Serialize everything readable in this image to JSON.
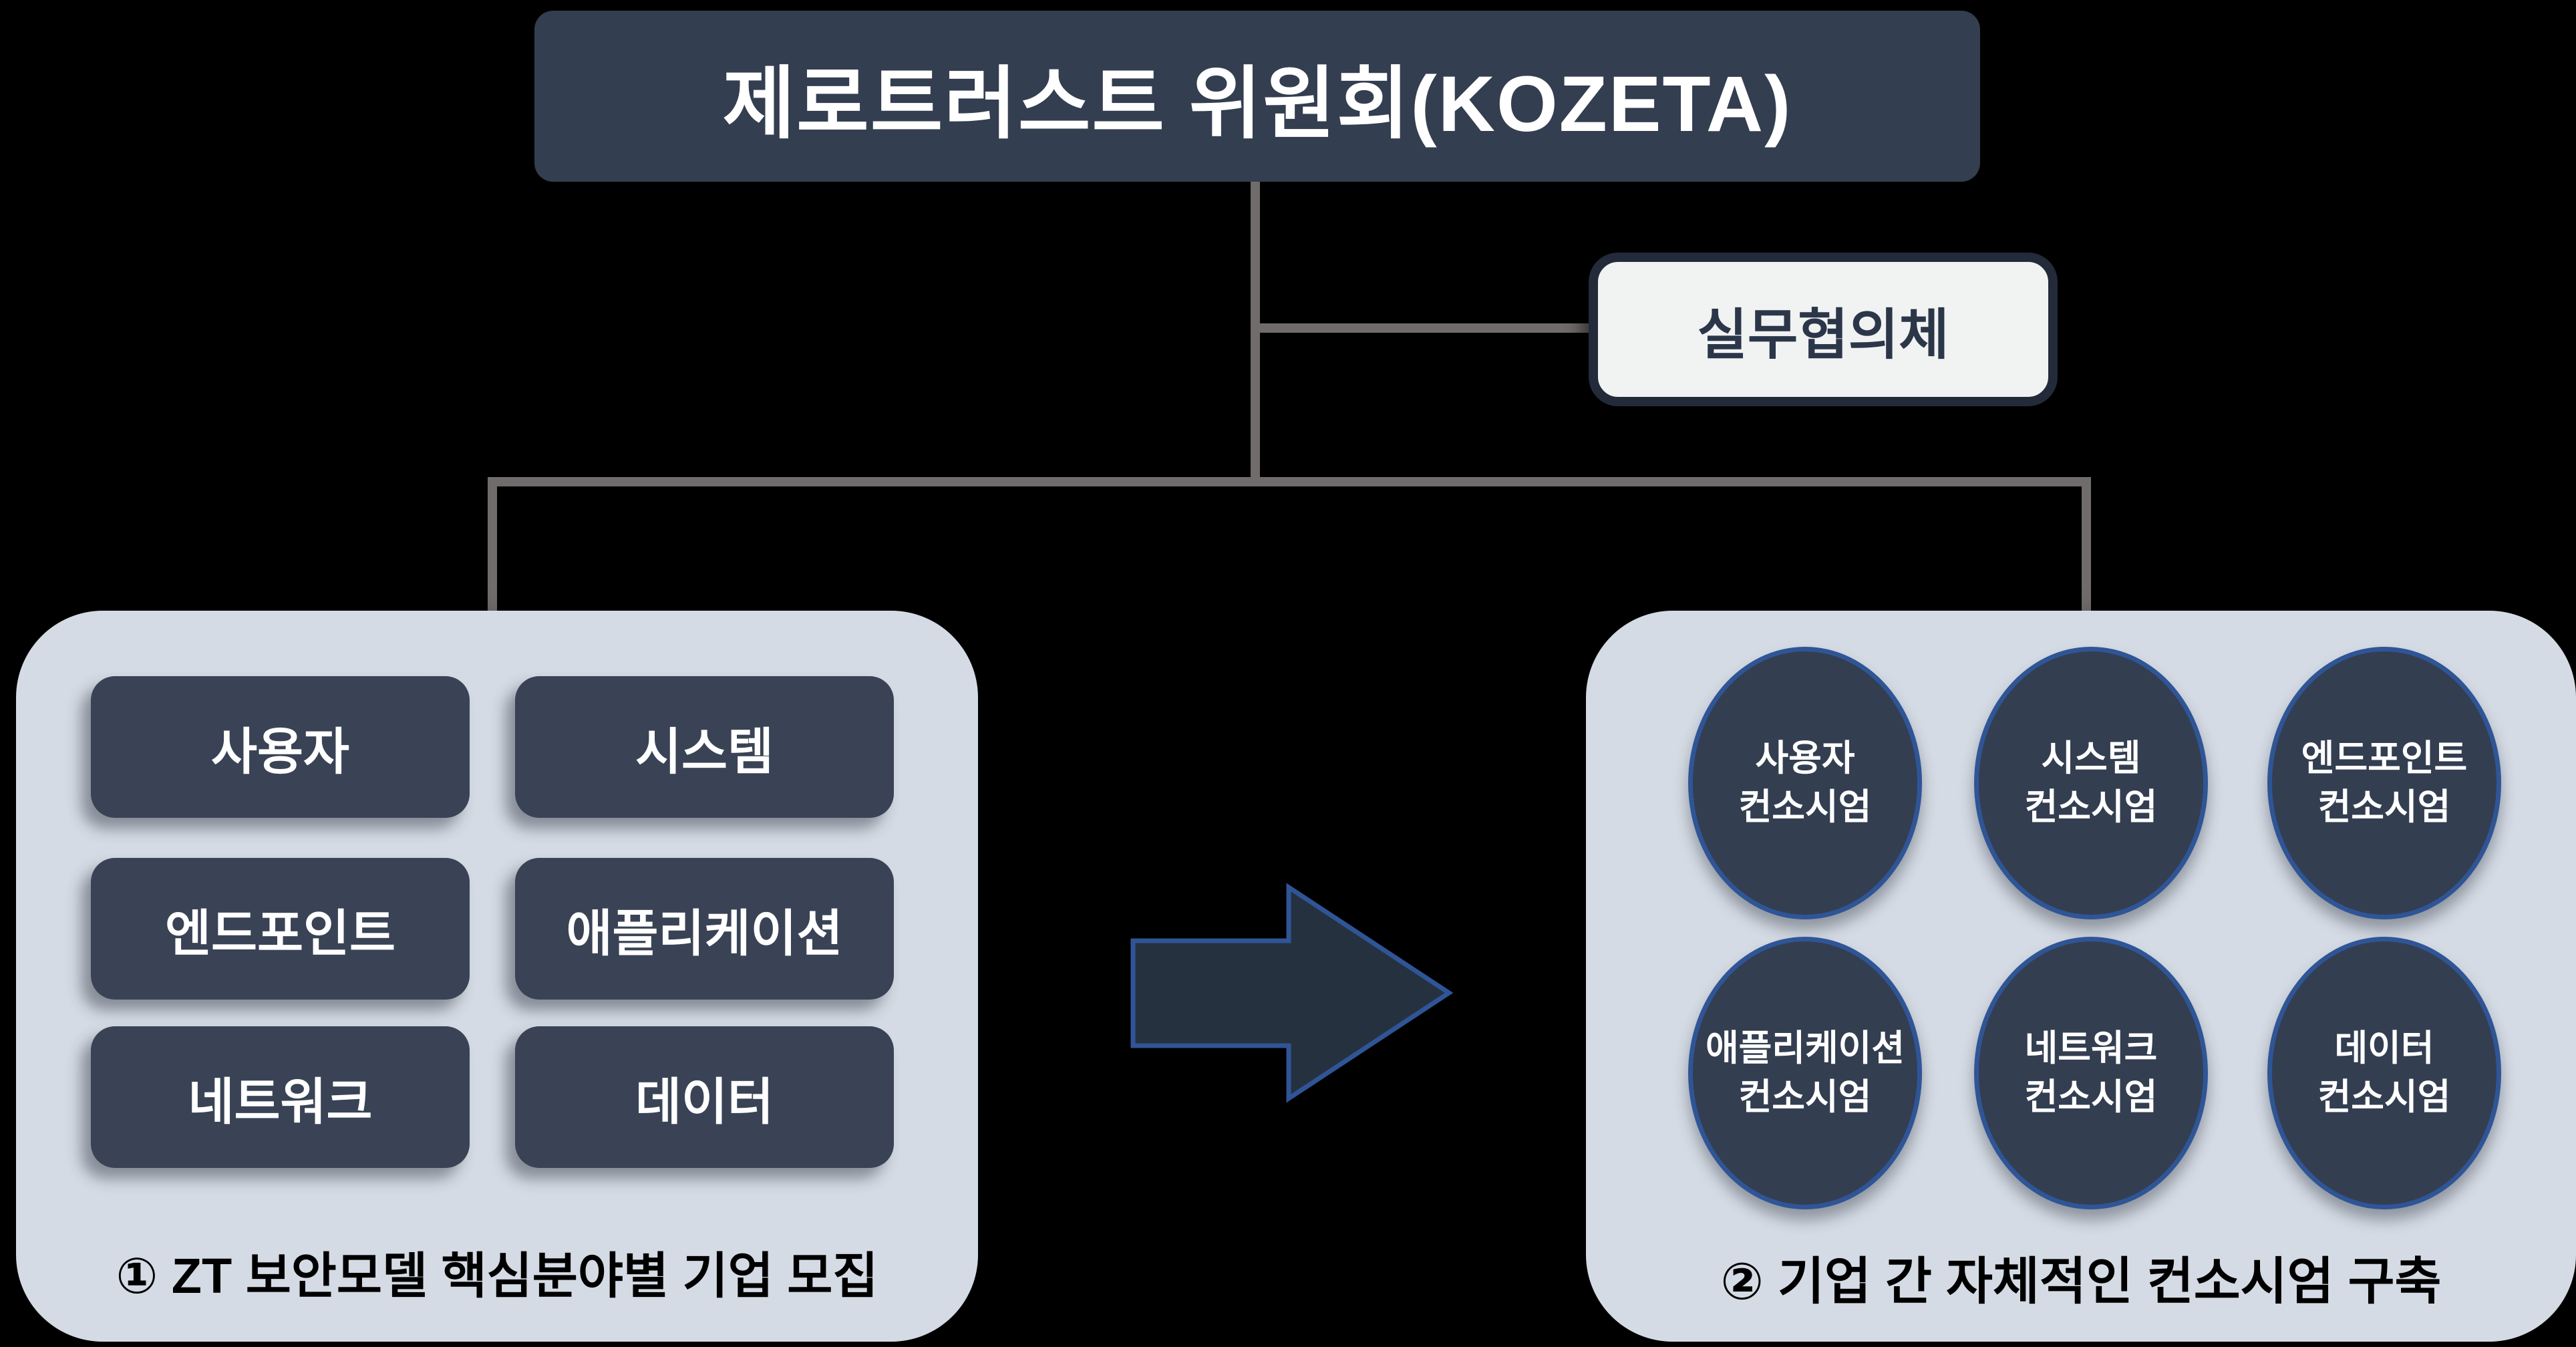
{
  "diagram": {
    "title": "제로트러스트 위원회(KOZETA)",
    "working_group": {
      "label": "실무협의체"
    },
    "left_panel": {
      "caption": "① ZT 보안모델 핵심분야별 기업 모집",
      "items": [
        {
          "label": "사용자"
        },
        {
          "label": "시스템"
        },
        {
          "label": "엔드포인트"
        },
        {
          "label": "애플리케이션"
        },
        {
          "label": "네트워크"
        },
        {
          "label": "데이터"
        }
      ]
    },
    "right_panel": {
      "caption": "② 기업 간 자체적인 컨소시엄 구축",
      "items": [
        {
          "line1": "사용자",
          "line2": "컨소시엄"
        },
        {
          "line1": "시스템",
          "line2": "컨소시엄"
        },
        {
          "line1": "엔드포인트",
          "line2": "컨소시엄"
        },
        {
          "line1": "애플리케이션",
          "line2": "컨소시엄"
        },
        {
          "line1": "네트워크",
          "line2": "컨소시엄"
        },
        {
          "line1": "데이터",
          "line2": "컨소시엄"
        }
      ]
    },
    "colors": {
      "background": "#000000",
      "committee_box": "#333E50",
      "button_fill": "#394355",
      "ellipse_fill": "#333E51",
      "ellipse_border": "#2F5596",
      "panel_fill": "#D5DBE4",
      "connector_gray": "#716C6C",
      "working_group_fill": "#F1F2F2",
      "working_group_border": "#232B3A",
      "arrow_fill": "#263140",
      "arrow_border": "#2F5597",
      "text_light": "#FFFFFF",
      "text_dark": "#000000"
    }
  }
}
